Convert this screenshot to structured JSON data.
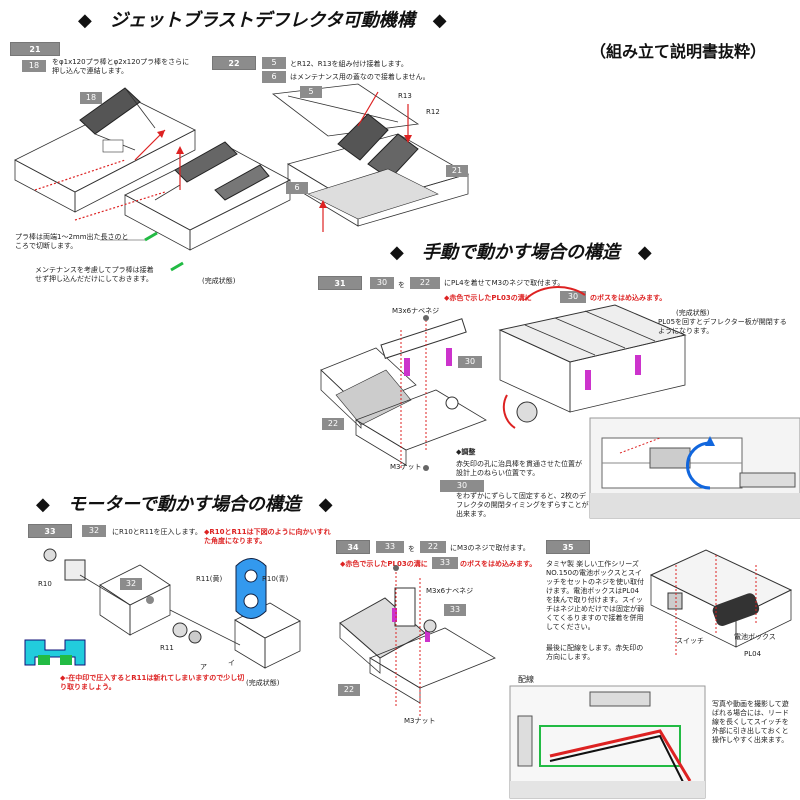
{
  "section_jet": {
    "title": "◆　ジェットブラストデフレクタ可動機構　◆",
    "excerpt": "（組み立て説明書抜粋）",
    "step21": {
      "step": "21",
      "ref": "18",
      "text": "をφ1x120プラ棒とφ2x120プラ棒をさらに押し込んで連結します。",
      "part_label": "18",
      "note1": "プラ棒は両端1～2mm出た長さのところで切断します。",
      "note2": "メンテナンスを考慮してプラ棒は接着せず押し込んだだけにしておきます。",
      "complete": "(完成状態)"
    },
    "step22": {
      "step": "22",
      "ref1": "5",
      "text1": "とR12、R13を組み付け接着します。",
      "ref2": "6",
      "text2": "はメンテナンス用の蓋なので接着しません。",
      "label5": "5",
      "label6": "6",
      "r13": "R13",
      "r12": "R12",
      "label21": "21"
    }
  },
  "section_manual": {
    "title": "◆　手動で動かす場合の構造　◆",
    "step31": {
      "step": "31",
      "ref1": "30",
      "ref2": "22",
      "text": "にPL4を着せてM3のネジで取付ます。",
      "red_note_pre": "◆赤色で示したPL03の溝に",
      "red_note_ref": "30",
      "red_note_post": "のボスをはめ込みます。",
      "screw": "M3x6ナベネジ",
      "label30": "30",
      "label22": "22",
      "nut": "M3ナット",
      "complete": "(完成状態)",
      "pl05_note": "PL05を回すとデフレクター板が開閉するようになります。",
      "adjust_title": "◆調整",
      "adjust1": "赤矢印の孔に治具棒を貫通させた位置が設計上のねらい位置です。",
      "adjust_ref": "30",
      "adjust2": "をわずかにずらして固定すると、2枚のデフレクタの開閉タイミングをずらすことが出来ます。"
    }
  },
  "section_motor": {
    "title": "◆　モーターで動かす場合の構造　◆",
    "step33": {
      "step": "33",
      "ref": "32",
      "text": "にR10とR11を圧入します。",
      "red_note": "◆R10とR11は下図のように向かいすれた角度になります。",
      "r11_yellow": "R11(黄)",
      "r10_blue": "R10(青)",
      "r10": "R10",
      "r11": "R11",
      "label32": "32",
      "a": "ア",
      "i": "イ",
      "red_note2": "◆-在中印で圧入するとR11は新れてしまいますので少し切り取りましょう。",
      "complete": "(完成状態)"
    },
    "step34": {
      "step": "34",
      "ref1": "33",
      "ref2": "22",
      "text": "にM3のネジで取付ます。",
      "red_note_pre": "◆赤色で示したPL03の溝に",
      "red_note_ref": "33",
      "red_note_post": "のボスをはめ込みます。",
      "screw": "M3x6ナベネジ",
      "label33": "33",
      "label22": "22",
      "nut": "M3ナット"
    },
    "step35": {
      "step": "35",
      "text": "タミヤ製 楽しい工作シリーズNO.150の電池ボックスとスイッチをセットのネジを使い取付けます。電池ボックスはPL04を挟んで取り付けます。スイッチはネジ止めだけでは固定が弱くてくるりますので接着を併用してください。",
      "text2": "最後に配線をします。赤矢印の方向にします。",
      "switch": "スイッチ",
      "battery": "電池ボックス",
      "pl04": "PL04",
      "wiring": "配線",
      "wiring_note": "写真や動画を撮影して遊ばれる場合には、リード線を長くしてスイッチを外部に引き出しておくと操作しやすく出来ます。"
    }
  },
  "colors": {
    "badge": "#8c8c8c",
    "red": "#d22222",
    "magenta": "#cc33cc",
    "cyan": "#22ccdd",
    "blue_part": "#3399ee",
    "green": "#22bb44"
  }
}
